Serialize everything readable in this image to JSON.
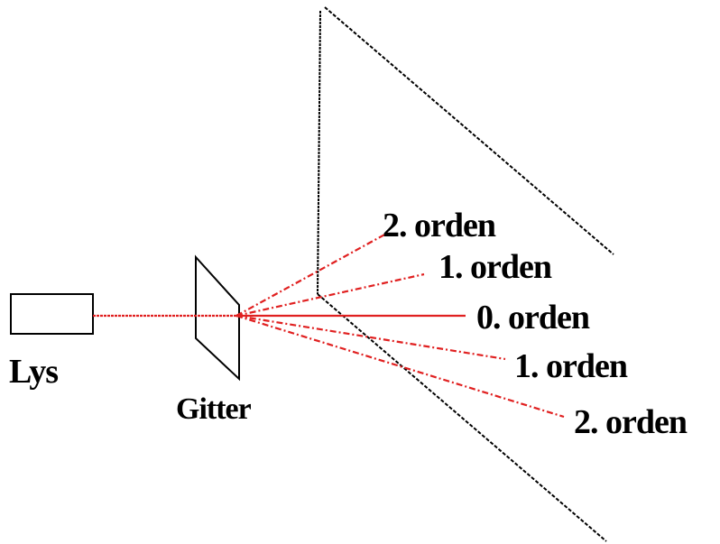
{
  "labels": {
    "light_source": "Lys",
    "grating": "Gitter",
    "order_2_upper": "2. orden",
    "order_1_upper": "1. orden",
    "order_0": "0. orden",
    "order_1_lower": "1. orden",
    "order_2_lower": "2. orden"
  },
  "colors": {
    "ray": "#e02020",
    "outline": "#000000",
    "background": "#ffffff"
  }
}
